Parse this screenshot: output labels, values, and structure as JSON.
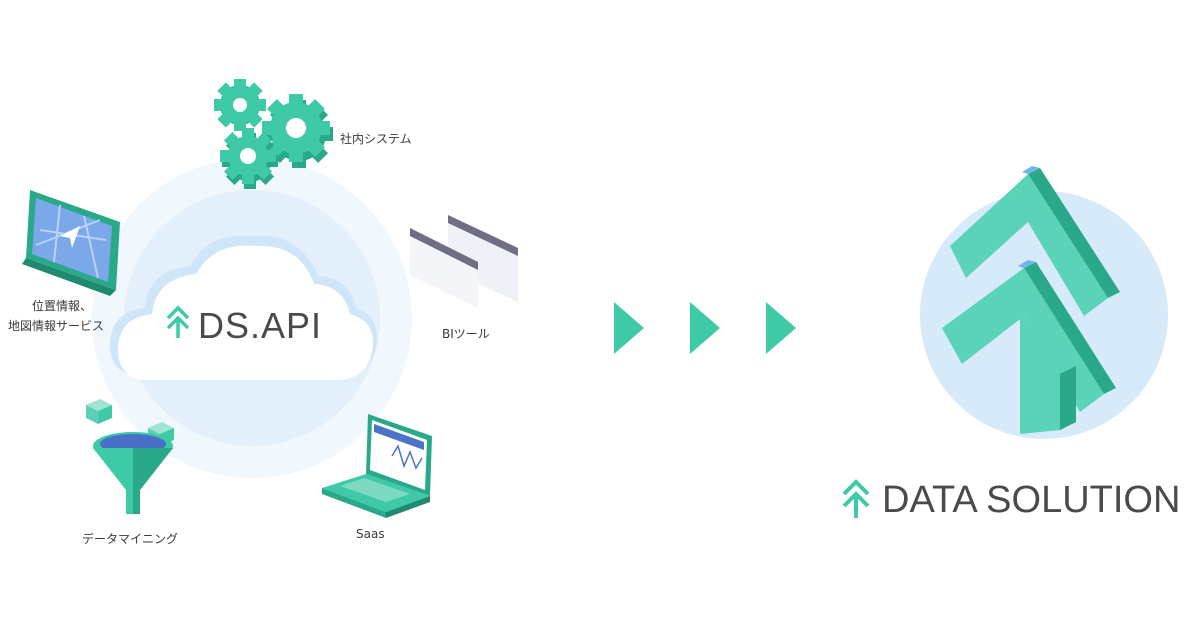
{
  "api": {
    "title": "DS.API"
  },
  "sources": {
    "internal_system": "社内システム",
    "bi_tool": "BIツール",
    "location_line1": "位置情報、",
    "location_line2": "地図情報サービス",
    "data_mining": "データマイニング",
    "saas": "Saas"
  },
  "brand": {
    "name": "DATA SOLUTION"
  },
  "colors": {
    "accent": "#3ec9a7",
    "accent_dark": "#2aa98a",
    "cloud_blue": "#d6eaf9",
    "ring_blue": "#eaf4fc"
  },
  "icons": [
    "gears-icon",
    "tablet-map-icon",
    "windows-icon",
    "funnel-icon",
    "laptop-icon",
    "arrow-right-icon",
    "ds-logo-icon"
  ]
}
